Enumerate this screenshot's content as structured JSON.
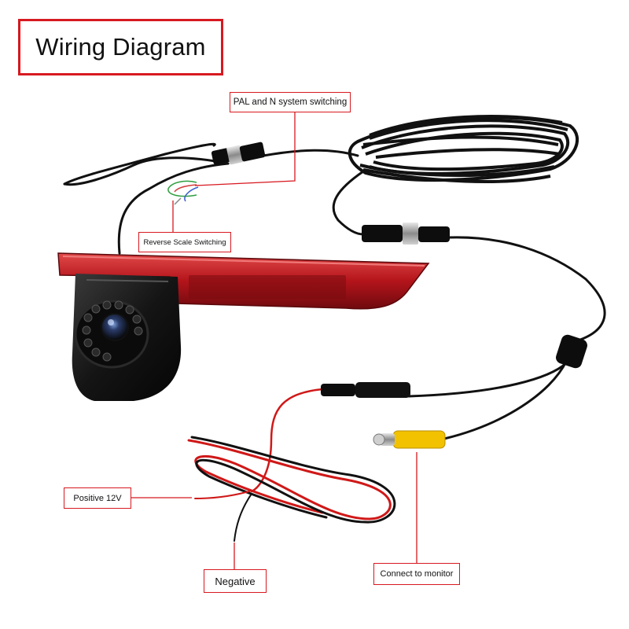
{
  "title": "Wiring Diagram",
  "callouts": {
    "pal": "PAL and N system switching",
    "reverse": "Reverse Scale Switching",
    "positive": "Positive 12V",
    "negative": "Negative",
    "monitor": "Connect to monitor"
  },
  "colors": {
    "callout_border": "#d71920",
    "cable": "#111111",
    "brake_light": "#c41e24",
    "camera_body": "#1a1a1a",
    "rca_plug": "#f2c200",
    "power_wire_red": "#d01818"
  }
}
